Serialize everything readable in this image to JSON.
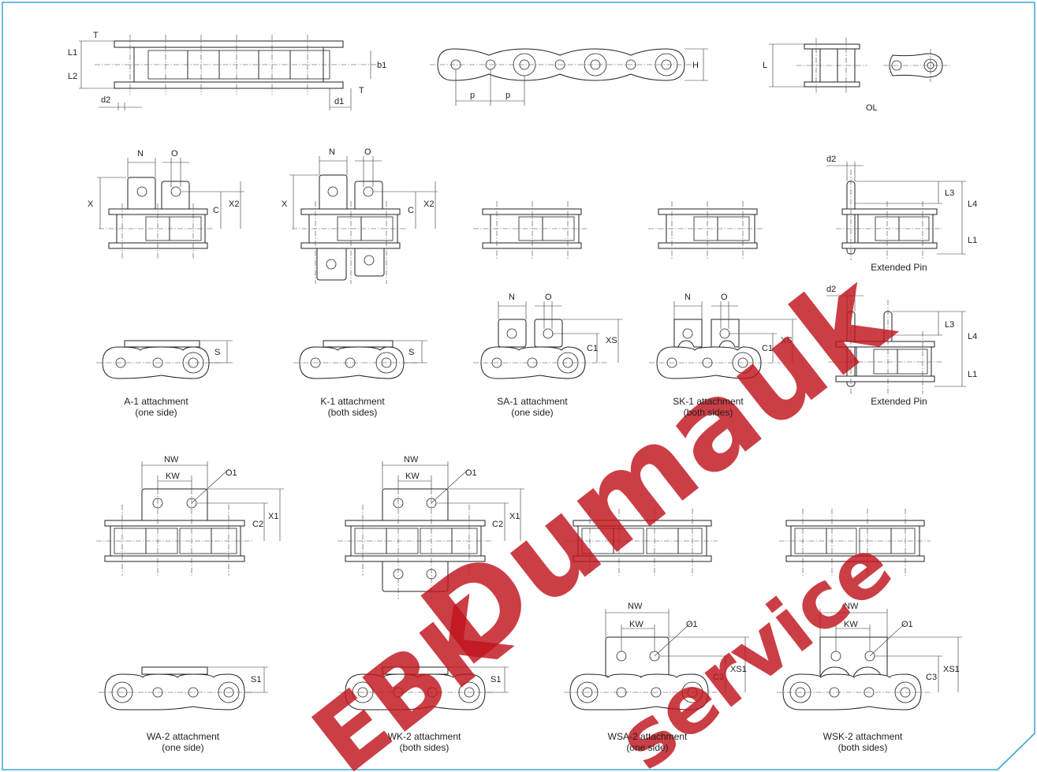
{
  "colors": {
    "frame": "#3aa7d6",
    "watermark": "#c0141c",
    "line": "#222222",
    "background": "#ffffff"
  },
  "watermark": {
    "word1": "Dumauk",
    "word2": "EBK",
    "word3": "service"
  },
  "top_row": {
    "chain_plan": {
      "labels": {
        "T_top": "T",
        "L1": "L1",
        "L2": "L2",
        "b1": "b1",
        "T_bottom": "T",
        "d2": "d2",
        "d1": "d1"
      }
    },
    "chain_side": {
      "labels": {
        "p_left": "p",
        "p_right": "p",
        "H": "H"
      }
    },
    "offset_link": {
      "caption": "OL",
      "labels": {
        "L": "L"
      }
    }
  },
  "attachments": {
    "a1": {
      "line1": "A-1 attachment",
      "line2": "(one side)",
      "labels": {
        "N": "N",
        "O": "O",
        "X": "X",
        "C": "C",
        "X2": "X2",
        "S": "S"
      }
    },
    "k1": {
      "line1": "K-1 attachment",
      "line2": "(both sides)",
      "labels": {
        "N": "N",
        "O": "O",
        "X": "X",
        "C": "C",
        "X2": "X2",
        "S": "S"
      }
    },
    "sa1": {
      "line1": "SA-1 attachment",
      "line2": "(one side)",
      "labels": {
        "N": "N",
        "O": "O",
        "C1": "C1",
        "XS": "XS"
      }
    },
    "sk1": {
      "line1": "SK-1 attachment",
      "line2": "(both sides)",
      "labels": {
        "N": "N",
        "O": "O",
        "C1": "C1",
        "XS": "XS"
      }
    },
    "ep1": {
      "caption": "Extended Pin",
      "labels": {
        "d2": "d2",
        "L3": "L3",
        "L4": "L4",
        "L1": "L1"
      }
    },
    "ep2": {
      "caption": "Extended Pin",
      "labels": {
        "d2": "d2",
        "L3": "L3",
        "L4": "L4",
        "L1": "L1"
      }
    },
    "wa2": {
      "line1": "WA-2 attachment",
      "line2": "(one side)",
      "labels": {
        "NW": "NW",
        "KW": "KW",
        "O1": "O1",
        "C2": "C2",
        "X1": "X1",
        "S1": "S1"
      }
    },
    "wk2": {
      "line1": "WK-2 attachment",
      "line2": "(both sides)",
      "labels": {
        "NW": "NW",
        "KW": "KW",
        "O1": "O1",
        "C2": "C2",
        "X1": "X1",
        "S1": "S1"
      }
    },
    "wsa2": {
      "line1": "WSA-2 attachment",
      "line2": "(one side)",
      "labels": {
        "NW": "NW",
        "KW": "KW",
        "O1": "O1",
        "C3": "C3",
        "XS1": "XS1"
      }
    },
    "wsk2": {
      "line1": "WSK-2 attachment",
      "line2": "(both sides)",
      "labels": {
        "NW": "NW",
        "KW": "KW",
        "O1": "O1",
        "C3": "C3",
        "XS1": "XS1"
      }
    }
  }
}
